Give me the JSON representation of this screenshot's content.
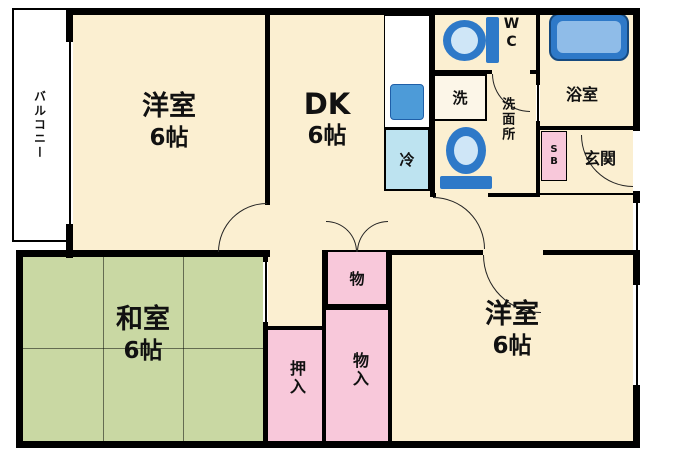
{
  "title": "2DK apartment floor plan",
  "colors": {
    "floor": "#FBEFD1",
    "tatami_green": "#C9D8A3",
    "closet_pink": "#F8C8DA",
    "fixture_blue": "#2E79C8",
    "fixture_blue_light": "#CFE6F7",
    "fridge_cyan": "#BDE3F0",
    "wall": "#000000"
  },
  "rooms": {
    "balcony": {
      "label": "バルコニー"
    },
    "western_top": {
      "name": "洋室",
      "size": "6帖"
    },
    "dk": {
      "name": "DK",
      "size": "6帖"
    },
    "wc": {
      "label": "WC"
    },
    "bathroom": {
      "label": "浴室"
    },
    "washer": {
      "label": "洗"
    },
    "washroom": {
      "label": "洗面所"
    },
    "fridge": {
      "label": "冷"
    },
    "shoe_box": {
      "label": "SB"
    },
    "entrance": {
      "label": "玄関"
    },
    "japanese_room": {
      "name": "和室",
      "size": "6帖"
    },
    "oshiire": {
      "label": "押入"
    },
    "storage": {
      "label": "物"
    },
    "storage_closet": {
      "label": "物入"
    },
    "western_bottom": {
      "name": "洋室",
      "size": "6帖"
    }
  }
}
